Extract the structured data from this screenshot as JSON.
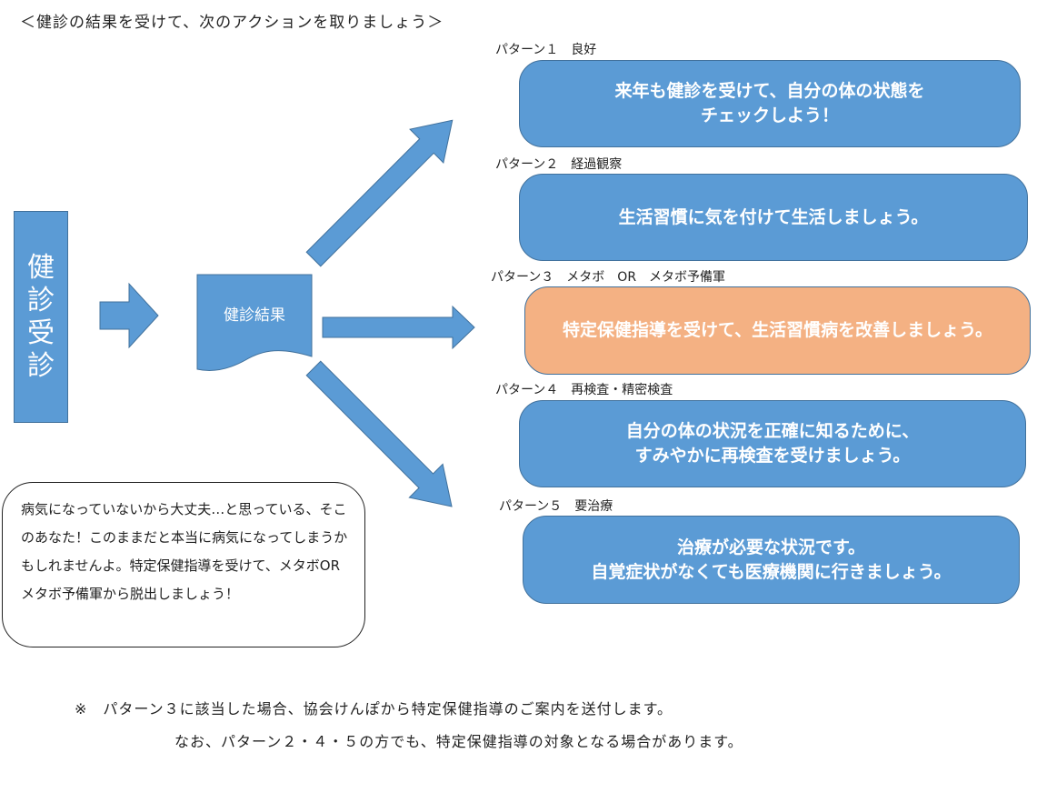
{
  "header": {
    "title": "＜健診の結果を受けて、次のアクションを取りましょう＞"
  },
  "left": {
    "exam_label": "健診受診"
  },
  "result_doc": {
    "label": "健診結果"
  },
  "patterns": [
    {
      "label": "パターン１　良好",
      "text": "来年も健診を受けて、自分の体の状態を\nチェックしよう！"
    },
    {
      "label": "パターン２　経過観察",
      "text": "生活習慣に気を付けて生活しましょう。"
    },
    {
      "label": "パターン３　メタボ　OR　メタボ予備軍",
      "text": "特定保健指導を受けて、生活習慣病を改善しましょう。"
    },
    {
      "label": "パターン４　再検査・精密検査",
      "text": "自分の体の状況を正確に知るために、\nすみやかに再検査を受けましょう。"
    },
    {
      "label": "パターン５　要治療",
      "text": "治療が必要な状況です。\n自覚症状がなくても医療機関に行きましょう。"
    }
  ],
  "speech_bubble": {
    "text": "病気になっていないから大丈夫…と思っている、そこのあなた！このままだと本当に病気になってしまうかもしれませんよ。特定保健指導を受けて、メタボORメタボ予備軍から脱出しましょう！"
  },
  "notes": {
    "line1": "※　パターン３に該当した場合、協会けんぽから特定保健指導のご案内を送付します。",
    "line2": "なお、パターン２・４・５の方でも、特定保健指導の対象となる場合があります。"
  },
  "colors": {
    "box_blue": "#5b9bd5",
    "box_border": "#41719c",
    "highlight_orange": "#f4b183"
  }
}
